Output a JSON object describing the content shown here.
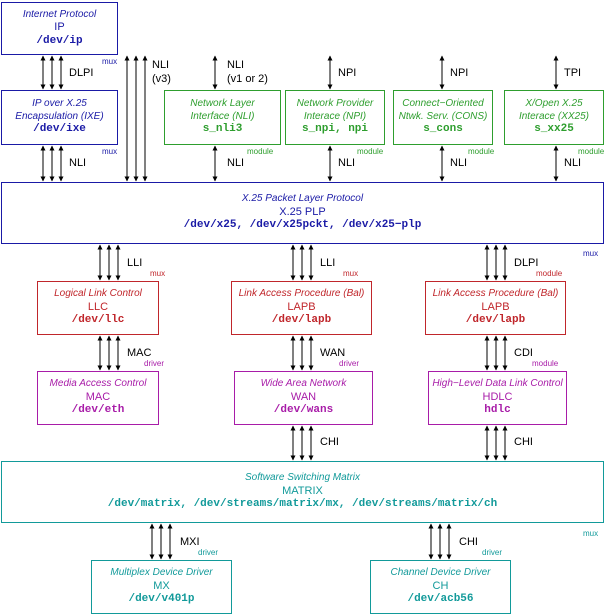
{
  "boxes": {
    "ip": {
      "title": "Internet Protocol",
      "name": "IP",
      "device": "/dev/ip"
    },
    "ixe": {
      "title1": "IP over X.25",
      "title2": "Encapsulation (IXE)",
      "device": "/dev/ixe"
    },
    "nli": {
      "title1": "Network Layer",
      "title2": "Interface (NLI)",
      "device": "s_nli3"
    },
    "npi": {
      "title1": "Network Provider",
      "title2": "Interace (NPI)",
      "device": "s_npi, npi"
    },
    "cons": {
      "title1": "Connect−Oriented",
      "title2": "Ntwk. Serv. (CONS)",
      "device": "s_cons"
    },
    "xx25": {
      "title1": "X/Open X.25",
      "title2": "Interace (XX25)",
      "device": "s_xx25"
    },
    "x25": {
      "title": "X.25 Packet Layer Protocol",
      "name": "X.25 PLP",
      "device": "/dev/x25, /dev/x25pckt, /dev/x25−plp"
    },
    "llc": {
      "title": "Logical Link Control",
      "name": "LLC",
      "device": "/dev/llc"
    },
    "lapb1": {
      "title": "Link Access Procedure (Bal)",
      "name": "LAPB",
      "device": "/dev/lapb"
    },
    "lapb2": {
      "title": "Link Access Procedure (Bal)",
      "name": "LAPB",
      "device": "/dev/lapb"
    },
    "mac": {
      "title": "Media Access Control",
      "name": "MAC",
      "device": "/dev/eth"
    },
    "wan": {
      "title": "Wide Area Network",
      "name": "WAN",
      "device": "/dev/wans"
    },
    "hdlc": {
      "title": "High−Level Data Link Control",
      "name": "HDLC",
      "device": "hdlc"
    },
    "matrix": {
      "title": "Software Switching Matrix",
      "name": "MATRIX",
      "device": "/dev/matrix, /dev/streams/matrix/mx, /dev/streams/matrix/ch"
    },
    "mx": {
      "title": "Multiplex Device Driver",
      "name": "MX",
      "device": "/dev/v401p"
    },
    "ch": {
      "title": "Channel Device Driver",
      "name": "CH",
      "device": "/dev/acb56"
    }
  },
  "labels": {
    "dlpi_ip": "DLPI",
    "nli_ixe": "NLI",
    "nli_v3_a": "NLI",
    "nli_v3_b": "(v3)",
    "nli_v12_a": "NLI",
    "nli_v12_b": "(v1 or 2)",
    "npi_top": "NPI",
    "npi_cons": "NPI",
    "tpi_top": "TPI",
    "nli_b1": "NLI",
    "nli_b2": "NLI",
    "nli_b3": "NLI",
    "nli_b4": "NLI",
    "lli_1": "LLI",
    "lli_2": "LLI",
    "dlpi_3": "DLPI",
    "mac_lbl": "MAC",
    "wan_lbl": "WAN",
    "cdi_lbl": "CDI",
    "chi_1": "CHI",
    "chi_2": "CHI",
    "mxi_lbl": "MXI",
    "chi_3": "CHI"
  },
  "tags": {
    "mux": "mux",
    "module": "module",
    "driver": "driver"
  },
  "colors": {
    "blue": "#1a1aa6",
    "green": "#2e9e2e",
    "red": "#c0262b",
    "purple": "#a81ca8",
    "teal": "#129a9a",
    "arrow": "#000000"
  }
}
